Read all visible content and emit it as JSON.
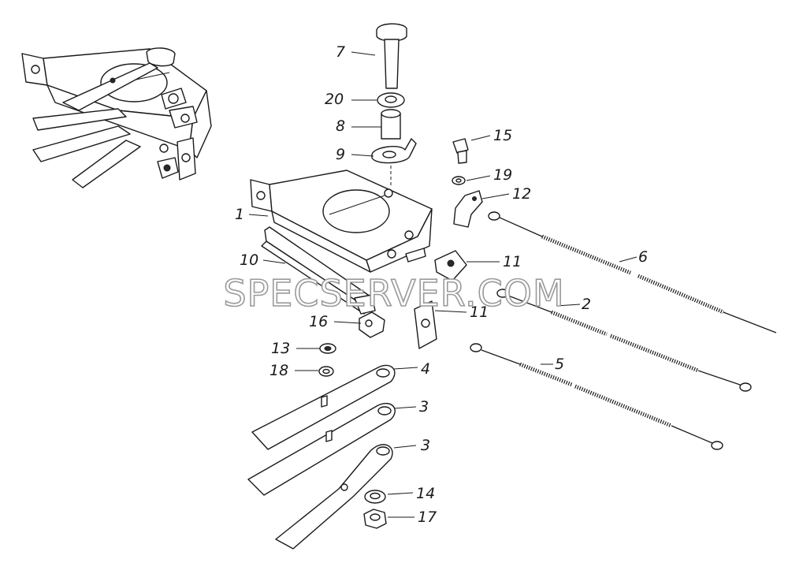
{
  "watermark": "SPECSERVER.COM",
  "callouts": {
    "c1": "1",
    "c2": "2",
    "c3a": "3",
    "c3b": "3",
    "c4": "4",
    "c5": "5",
    "c6": "6",
    "c7": "7",
    "c8": "8",
    "c9": "9",
    "c10": "10",
    "c11a": "11",
    "c11b": "11",
    "c12": "12",
    "c13": "13",
    "c14": "14",
    "c15": "15",
    "c16": "16",
    "c17": "17",
    "c18": "18",
    "c19": "19",
    "c20": "20"
  }
}
